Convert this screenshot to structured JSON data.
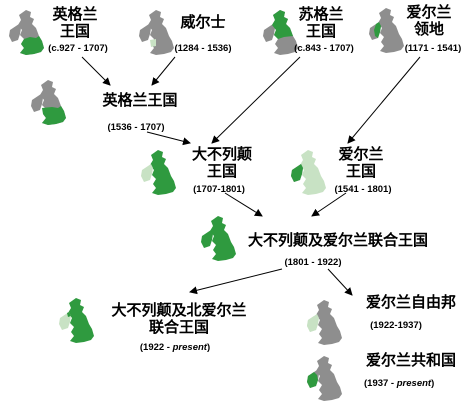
{
  "colors": {
    "grey": "#8e8e8e",
    "dark_green": "#2f9a3f",
    "pale_green": "#c8e2c4",
    "arrow": "#000000"
  },
  "nodes": {
    "england": {
      "name_line1": "英格兰",
      "name_line2": "王国",
      "dates": "(c.927 - 1707)"
    },
    "wales": {
      "name": "威尔士",
      "dates": "(1284 - 1536)"
    },
    "scotland": {
      "name_line1": "苏格兰",
      "name_line2": "王国",
      "dates": "(c.843 - 1707)"
    },
    "ireland_lordship": {
      "name_line1": "爱尔兰",
      "name_line2": "领地",
      "dates": "(1171 - 1541)"
    },
    "kingdom_england": {
      "name": "英格兰王国",
      "dates": "(1536 - 1707)"
    },
    "great_britain": {
      "name_line1": "大不列颠",
      "name_line2": "王国",
      "dates": "(1707-1801)"
    },
    "kingdom_ireland": {
      "name_line1": "爱尔兰",
      "name_line2": "王国",
      "dates": "(1541 - 1801)"
    },
    "united_kingdom_gbi": {
      "name": "大不列颠及爱尔兰联合王国",
      "dates": "(1801 - 1922)"
    },
    "united_kingdom_gbni": {
      "name_line1": "大不列颠及北爱尔兰",
      "name_line2": "联合王国",
      "dates_prefix": "(1922 - ",
      "dates_italic": "present",
      "dates_suffix": ")"
    },
    "irish_free_state": {
      "name": "爱尔兰自由邦",
      "dates": "(1922-1937)"
    },
    "republic_ireland": {
      "name": "爱尔兰共和国",
      "dates_prefix": "(1937 - ",
      "dates_italic": "present",
      "dates_suffix": ")"
    }
  }
}
